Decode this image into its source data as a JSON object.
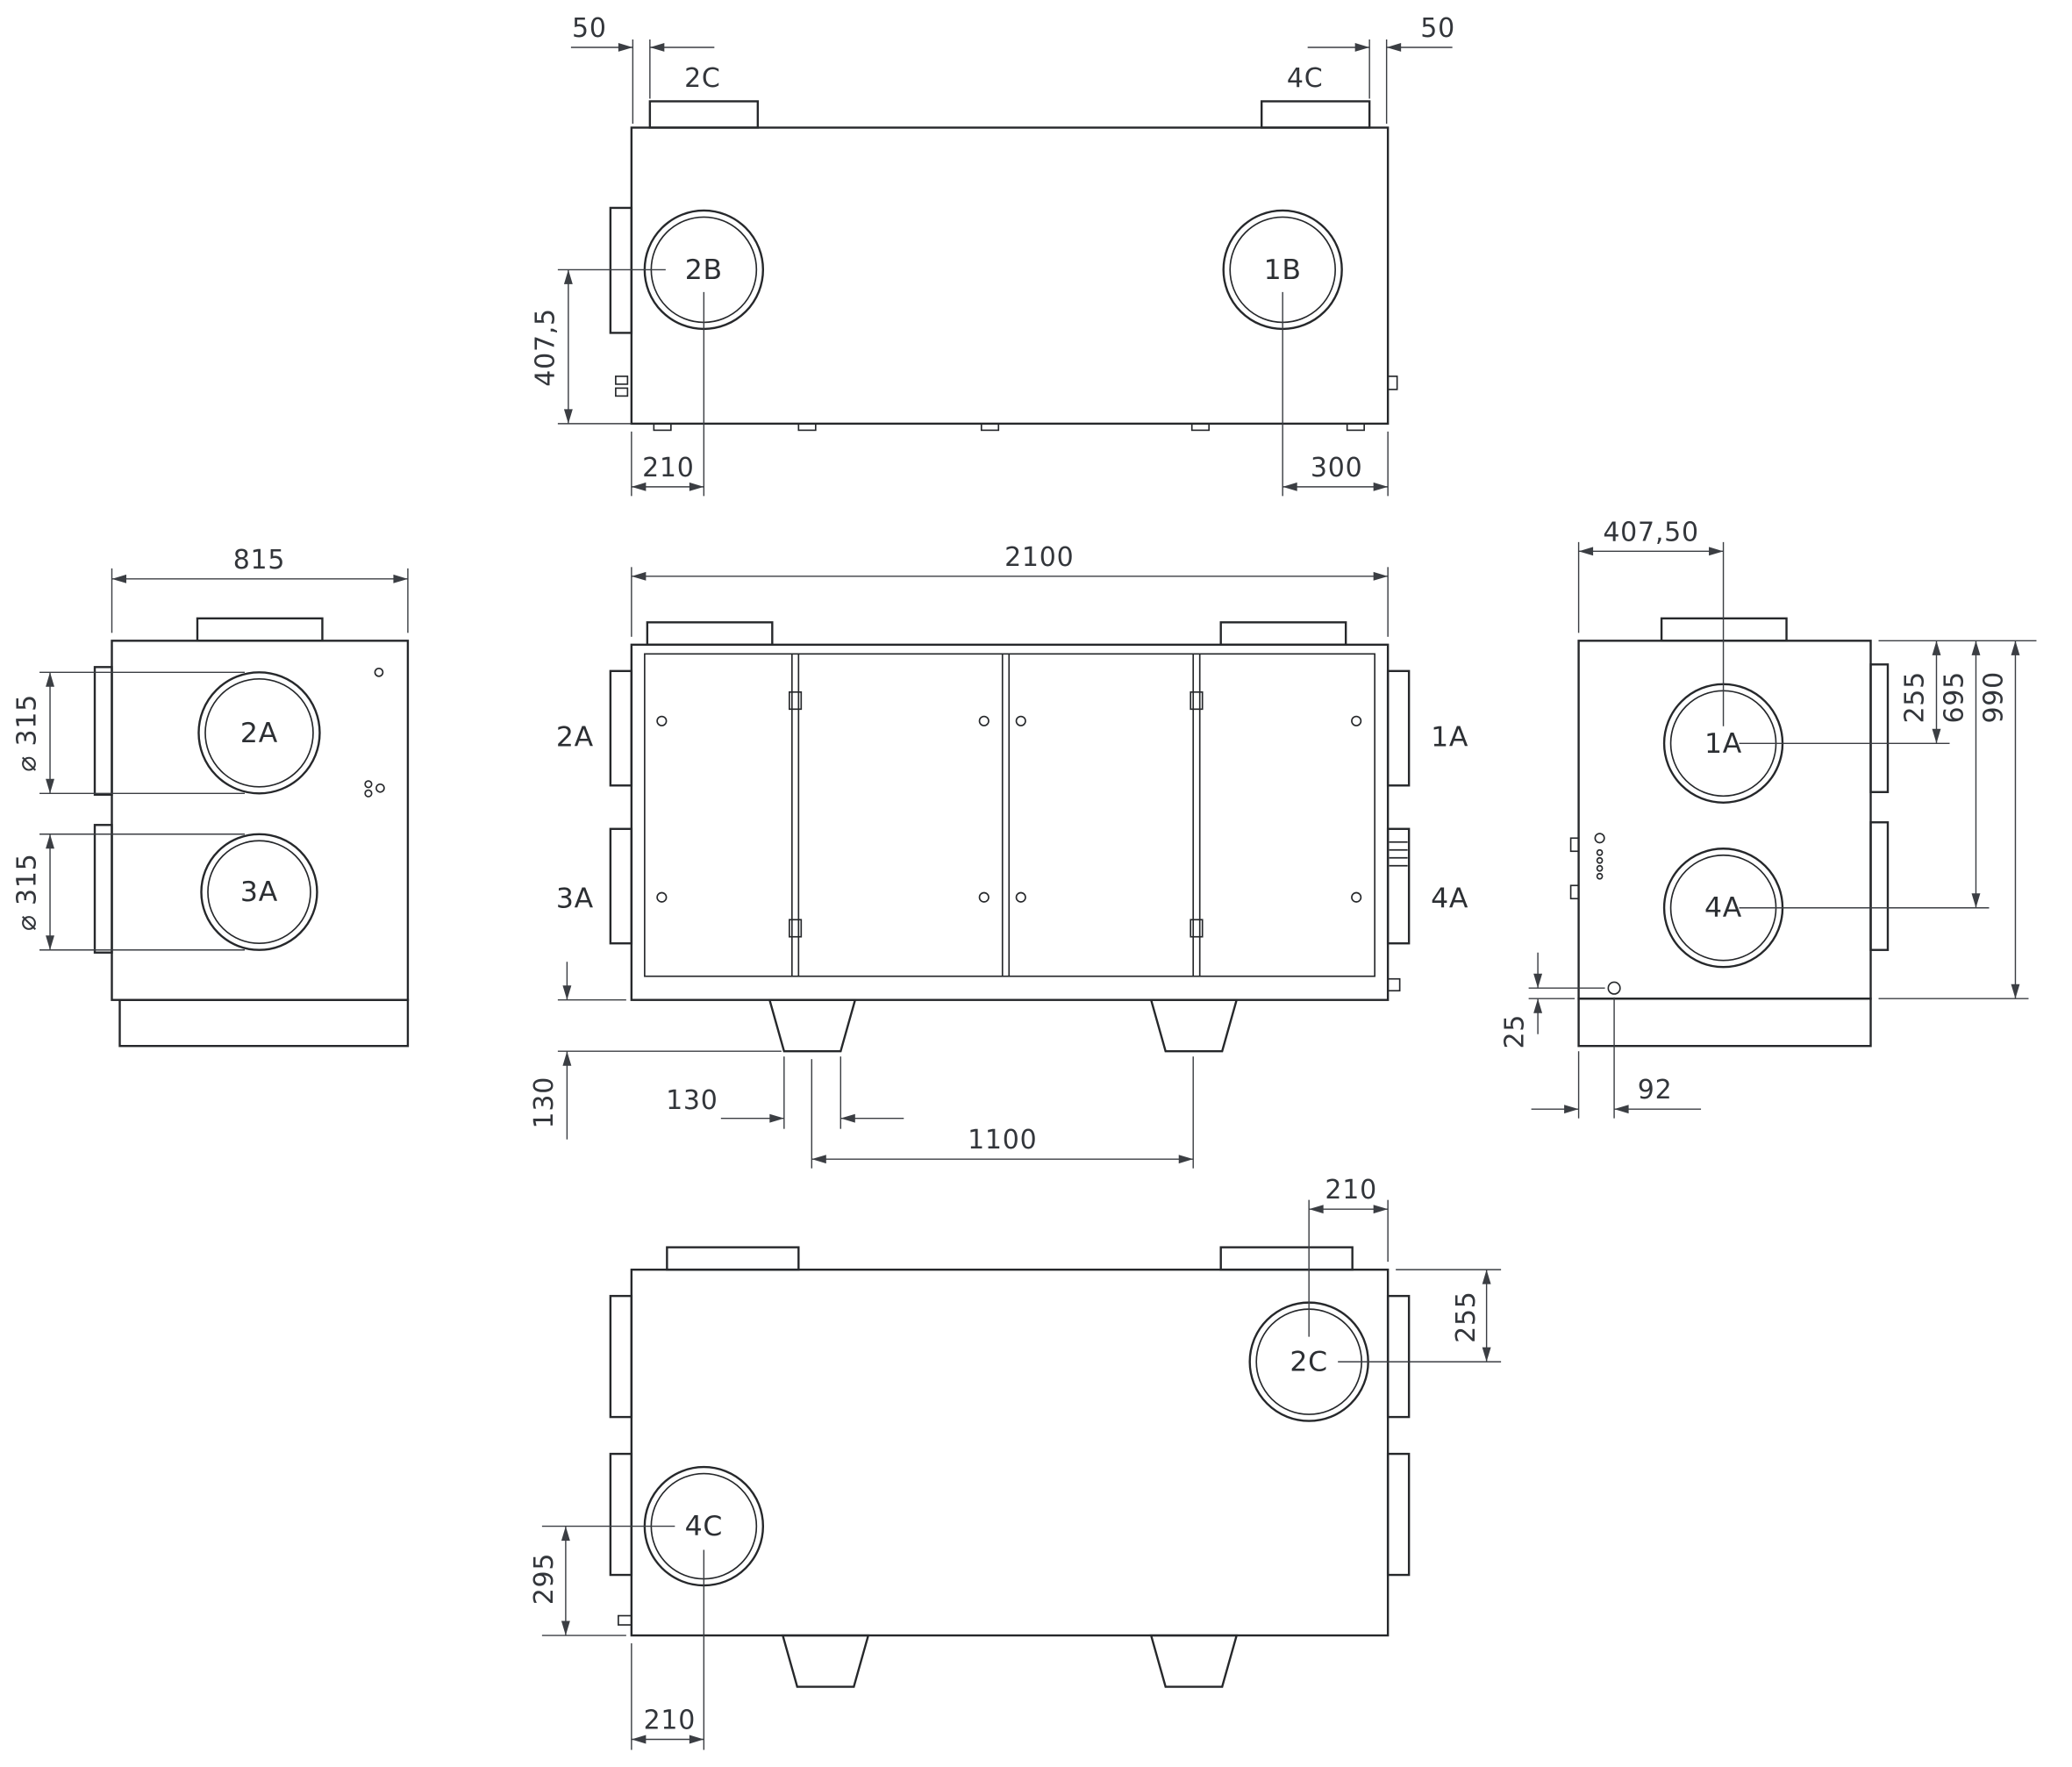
{
  "colors": {
    "background": "#ffffff",
    "line": "#26282b",
    "dimension": "#3b3e43"
  },
  "views": {
    "top": {
      "ports": {
        "b2": "2B",
        "b1": "1B"
      },
      "ducts": {
        "c2": "2C",
        "c4": "4C"
      },
      "dims": {
        "stub_offset_left": "50",
        "stub_offset_right": "50",
        "port_center_y": "407,5",
        "port_2b_x": "210",
        "port_1b_x": "300"
      }
    },
    "left": {
      "ports": {
        "a2": "2A",
        "a3": "3A"
      },
      "dims": {
        "depth": "815",
        "dia_a2": "⌀ 315",
        "dia_a3": "⌀ 315"
      }
    },
    "front": {
      "ports": {
        "a2": "2A",
        "a3": "3A",
        "a1": "1A",
        "a4": "4A"
      },
      "dims": {
        "width": "2100",
        "foot_height": "130",
        "foot_width": "130",
        "foot_spacing": "1100"
      }
    },
    "right": {
      "ports": {
        "a1": "1A",
        "a4": "4A"
      },
      "dims": {
        "port_center_x": "407,50",
        "port_1a_y": "255",
        "port_4a_y": "695",
        "height": "990",
        "hole_y": "25",
        "hole_x": "92"
      }
    },
    "bottom": {
      "ports": {
        "c2": "2C",
        "c4": "4C"
      },
      "dims": {
        "port_2c_x": "210",
        "port_2c_y": "255",
        "port_4c_y": "295",
        "port_4c_x": "210"
      }
    }
  }
}
